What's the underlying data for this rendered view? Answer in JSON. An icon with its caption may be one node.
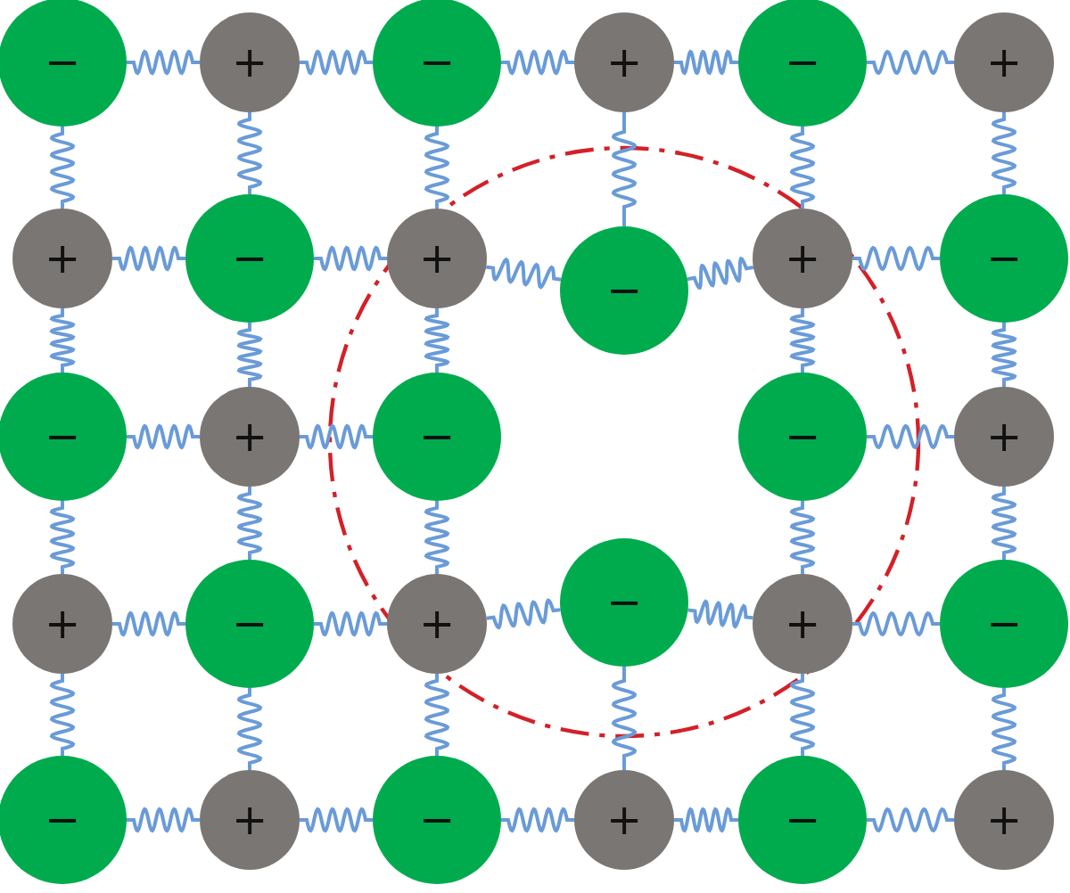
{
  "diagram": {
    "nodes": [
      {
        "text": [
          "−"
        ]
      },
      {
        "text": [
          "+"
        ]
      },
      {
        "text": [
          "−"
        ]
      },
      {
        "text": [
          "+"
        ]
      },
      {
        "text": [
          "−"
        ]
      },
      {
        "text": [
          "+"
        ]
      },
      {
        "text": [
          "+"
        ]
      },
      {
        "text": [
          "−"
        ]
      },
      {
        "text": [
          "+"
        ]
      },
      {
        "text": [
          "−"
        ]
      },
      {
        "text": [
          "+"
        ]
      },
      {
        "text": [
          "−"
        ]
      },
      {
        "text": [
          "−"
        ]
      },
      {
        "text": [
          "+"
        ]
      },
      {
        "text": [
          "−"
        ]
      },
      {
        "text": [
          "−"
        ]
      },
      {
        "text": [
          "+"
        ]
      },
      {
        "text": [
          "+"
        ]
      },
      {
        "text": [
          "−"
        ]
      },
      {
        "text": [
          "+"
        ]
      },
      {
        "text": [
          "−"
        ]
      },
      {
        "text": [
          "+"
        ]
      },
      {
        "text": [
          "−"
        ]
      },
      {
        "text": [
          "−"
        ]
      },
      {
        "text": [
          "+"
        ]
      },
      {
        "text": [
          "−"
        ]
      },
      {
        "text": [
          "+"
        ]
      },
      {
        "text": [
          "−"
        ]
      },
      {
        "text": [
          "+"
        ]
      }
    ],
    "edges": [
      {
        "from": 0,
        "to": 1,
        "arrow": "none"
      },
      {
        "from": 1,
        "to": 2,
        "arrow": "none"
      },
      {
        "from": 2,
        "to": 3,
        "arrow": "none"
      },
      {
        "from": 3,
        "to": 4,
        "arrow": "none"
      },
      {
        "from": 4,
        "to": 5,
        "arrow": "none"
      },
      {
        "from": 6,
        "to": 7,
        "arrow": "none"
      },
      {
        "from": 7,
        "to": 8,
        "arrow": "none"
      },
      {
        "from": 8,
        "to": 9,
        "arrow": "none"
      },
      {
        "from": 9,
        "to": 10,
        "arrow": "none"
      },
      {
        "from": 10,
        "to": 11,
        "arrow": "none"
      },
      {
        "from": 12,
        "to": 13,
        "arrow": "none"
      },
      {
        "from": 13,
        "to": 14,
        "arrow": "none"
      },
      {
        "from": 15,
        "to": 16,
        "arrow": "none"
      },
      {
        "from": 17,
        "to": 18,
        "arrow": "none"
      },
      {
        "from": 18,
        "to": 19,
        "arrow": "none"
      },
      {
        "from": 19,
        "to": 20,
        "arrow": "none"
      },
      {
        "from": 20,
        "to": 21,
        "arrow": "none"
      },
      {
        "from": 21,
        "to": 22,
        "arrow": "none"
      },
      {
        "from": 23,
        "to": 24,
        "arrow": "none"
      },
      {
        "from": 24,
        "to": 25,
        "arrow": "none"
      },
      {
        "from": 25,
        "to": 26,
        "arrow": "none"
      },
      {
        "from": 26,
        "to": 27,
        "arrow": "none"
      },
      {
        "from": 27,
        "to": 28,
        "arrow": "none"
      },
      {
        "from": 0,
        "to": 6,
        "arrow": "none"
      },
      {
        "from": 6,
        "to": 12,
        "arrow": "none"
      },
      {
        "from": 12,
        "to": 17,
        "arrow": "none"
      },
      {
        "from": 17,
        "to": 23,
        "arrow": "none"
      },
      {
        "from": 1,
        "to": 7,
        "arrow": "none"
      },
      {
        "from": 7,
        "to": 13,
        "arrow": "none"
      },
      {
        "from": 13,
        "to": 18,
        "arrow": "none"
      },
      {
        "from": 18,
        "to": 24,
        "arrow": "none"
      },
      {
        "from": 2,
        "to": 8,
        "arrow": "none"
      },
      {
        "from": 8,
        "to": 14,
        "arrow": "none"
      },
      {
        "from": 14,
        "to": 19,
        "arrow": "none"
      },
      {
        "from": 19,
        "to": 25,
        "arrow": "none"
      },
      {
        "from": 3,
        "to": 9,
        "arrow": "none"
      },
      {
        "from": 20,
        "to": 26,
        "arrow": "none"
      },
      {
        "from": 4,
        "to": 10,
        "arrow": "none"
      },
      {
        "from": 10,
        "to": 15,
        "arrow": "none"
      },
      {
        "from": 15,
        "to": 21,
        "arrow": "none"
      },
      {
        "from": 21,
        "to": 27,
        "arrow": "none"
      },
      {
        "from": 5,
        "to": 11,
        "arrow": "none"
      },
      {
        "from": 11,
        "to": 16,
        "arrow": "none"
      },
      {
        "from": 16,
        "to": 22,
        "arrow": "none"
      },
      {
        "from": 22,
        "to": 28,
        "arrow": "none"
      }
    ]
  }
}
